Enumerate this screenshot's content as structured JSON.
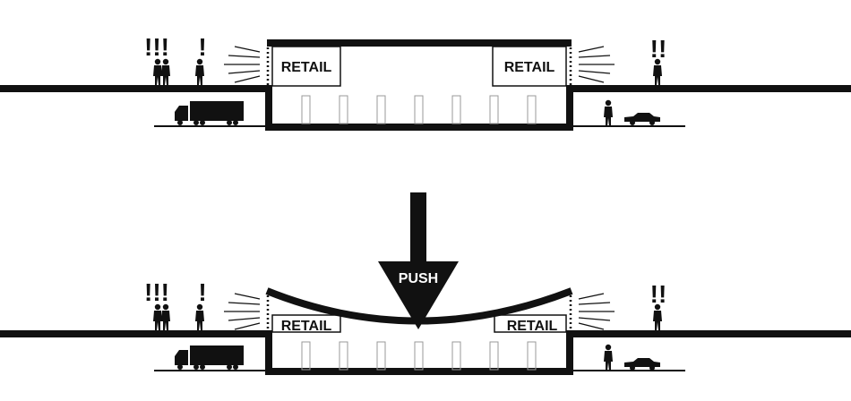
{
  "diagram": {
    "before": {
      "retail_left": "RETAIL",
      "retail_right": "RETAIL",
      "exclaim_group": "!!!",
      "exclaim_single": "!",
      "exclaim_right": "!!"
    },
    "after": {
      "retail_left": "RETAIL",
      "retail_right": "RETAIL",
      "exclaim_group": "!!!",
      "exclaim_single": "!",
      "exclaim_right": "!!",
      "arrow_label": "PUSH"
    },
    "colors": {
      "ink": "#111111",
      "column": "#999999"
    }
  }
}
